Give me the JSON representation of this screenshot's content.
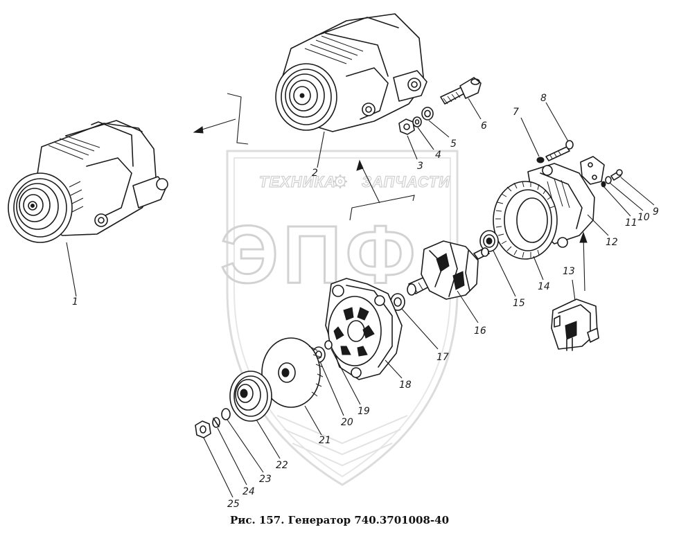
{
  "caption": "Рис. 157. Генератор 740.3701008-40",
  "watermark": {
    "line1": "ТЕХНИКА",
    "line2": "ЗАПЧАСТИ",
    "logo": "ЭПФ",
    "gear_icon": "gear-icon"
  },
  "callouts": [
    "1",
    "2",
    "3",
    "4",
    "5",
    "6",
    "7",
    "8",
    "9",
    "10",
    "11",
    "12",
    "13",
    "14",
    "15",
    "16",
    "17",
    "18",
    "19",
    "20",
    "21",
    "22",
    "23",
    "24",
    "25"
  ],
  "colors": {
    "ink": "#1a1a1a",
    "watermark": "#d2d2d2",
    "background": "#ffffff"
  }
}
